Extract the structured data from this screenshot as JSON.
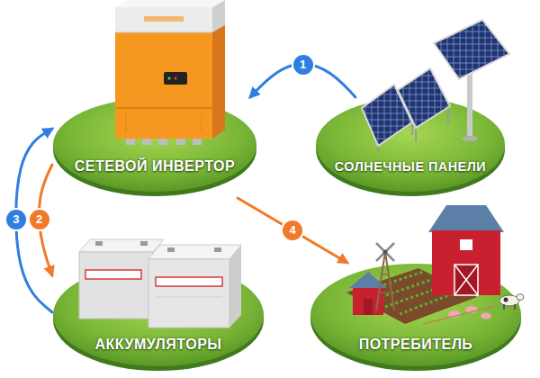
{
  "diagram": {
    "nodes": [
      {
        "text": [
          "СЕТЕВОЙ ИНВЕРТОР"
        ]
      },
      {
        "text": [
          "СОЛНЕЧНЫЕ ПАНЕЛИ"
        ]
      },
      {
        "text": [
          "АККУМУЛЯТОРЫ"
        ]
      },
      {
        "text": [
          "ПОТРЕБИТЕЛЬ"
        ]
      }
    ],
    "edges": [
      {
        "from": 1,
        "to": 0,
        "arrow": "to",
        "label": "1"
      },
      {
        "from": 0,
        "to": 2,
        "arrow": "to",
        "label": "2"
      },
      {
        "from": 2,
        "to": 0,
        "arrow": "to",
        "label": "3"
      },
      {
        "from": 0,
        "to": 3,
        "arrow": "to",
        "label": "4"
      }
    ]
  }
}
